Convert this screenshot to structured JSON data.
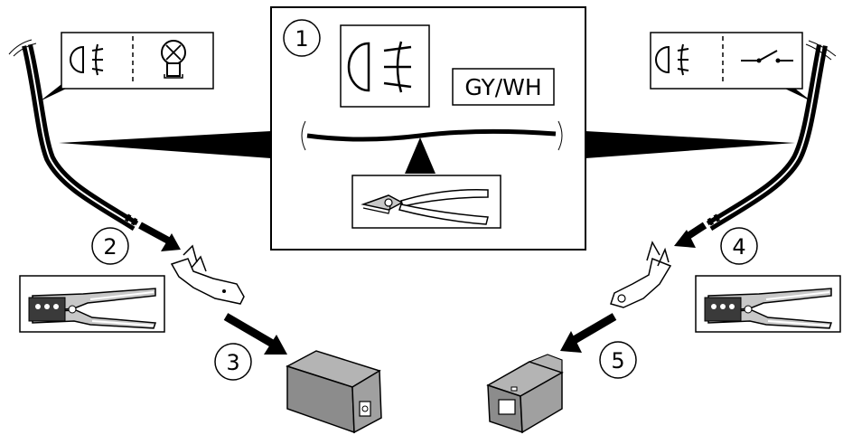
{
  "steps": {
    "step1": "1",
    "step2": "2",
    "step3": "3",
    "step4": "4",
    "step5": "5"
  },
  "wire_color_code": "GY/WH",
  "icons": {
    "fog_lamp": "fog-lamp-icon",
    "bulb": "bulb-icon",
    "switch": "switch-icon",
    "diagonal_cutter": "diagonal-cutter-icon",
    "crimping_tool": "crimping-tool-icon",
    "male_terminal": "male-terminal-icon",
    "female_terminal": "female-terminal-icon",
    "male_housing": "male-connector-housing-icon",
    "female_housing": "female-connector-housing-icon"
  },
  "colors": {
    "line": "#000000",
    "housing_fill": "#8c8c8c",
    "housing_top": "#b4b4b4",
    "tool_fill": "#c8c8c8"
  }
}
